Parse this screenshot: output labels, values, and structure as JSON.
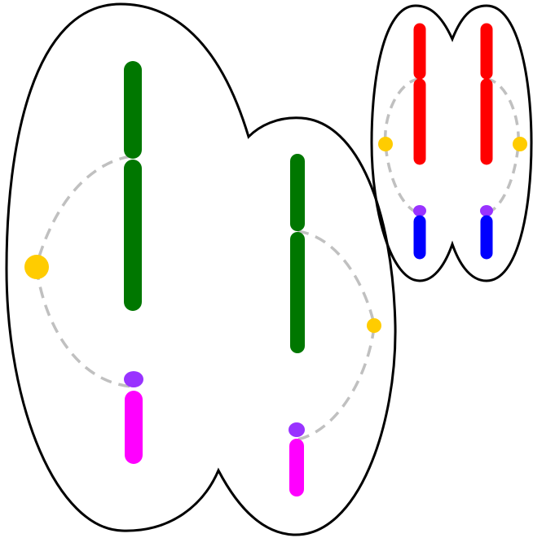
{
  "colors": {
    "background": "#ffffff",
    "outline": "#000000",
    "link": "#c0c0c0",
    "dot": "#ffcc00",
    "node": "#9933ff",
    "green": "#007700",
    "magenta": "#ff00ff",
    "red": "#ff0000",
    "blue": "#0000ff"
  },
  "cells": [
    {
      "name": "large-cell",
      "bars": [
        "green",
        "green",
        "magenta"
      ]
    },
    {
      "name": "small-cell",
      "bars": [
        "red",
        "red",
        "blue"
      ]
    }
  ]
}
